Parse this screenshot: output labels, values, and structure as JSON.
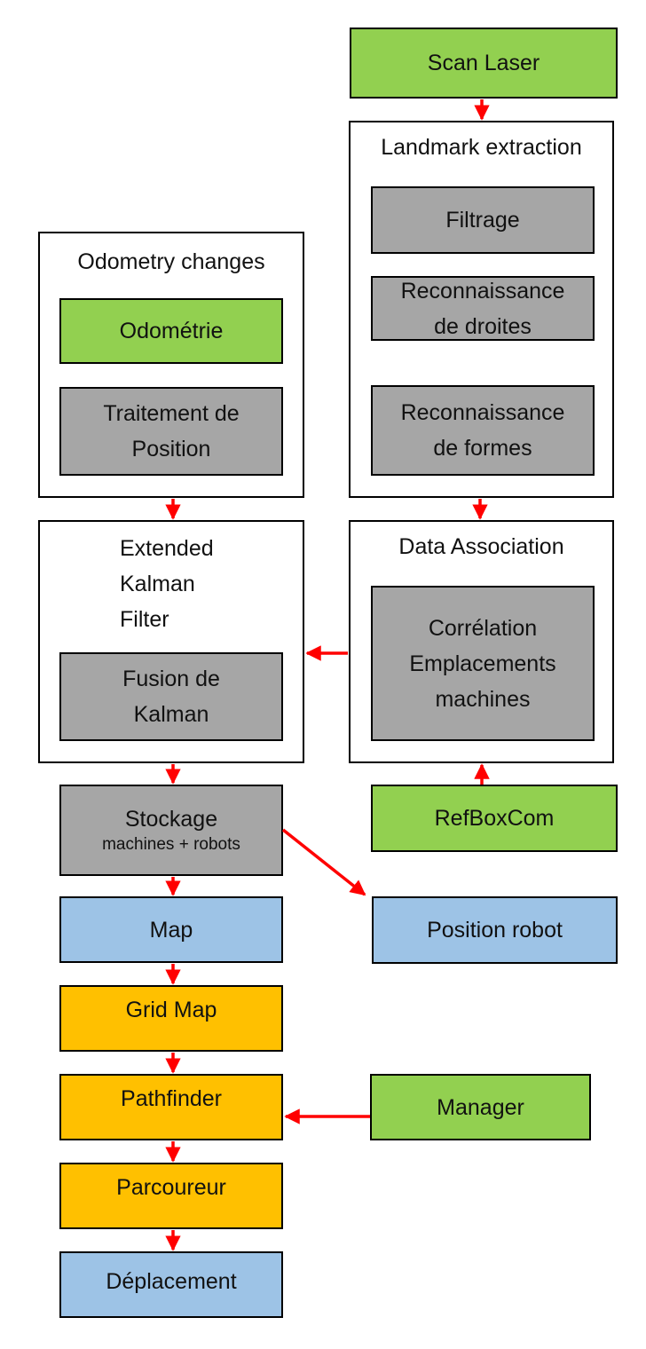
{
  "colors": {
    "green": "#92d050",
    "gray": "#a6a6a6",
    "blue": "#9dc3e6",
    "orange": "#ffc000",
    "arrow": "#ff0000"
  },
  "scan_laser": "Scan Laser",
  "landmark_extraction": {
    "title": "Landmark extraction",
    "filtrage": "Filtrage",
    "reconnaissance_droites": "Reconnaissance\nde droites",
    "reconnaissance_formes": "Reconnaissance\nde formes"
  },
  "odometry_changes": {
    "title": "Odometry changes",
    "odometrie": "Odométrie",
    "traitement_position": "Traitement de\nPosition"
  },
  "ekf": {
    "title": "Extended\nKalman\nFilter",
    "fusion": "Fusion de\nKalman"
  },
  "data_association": {
    "title": "Data Association",
    "correlation": "Corrélation\nEmplacements\nmachines"
  },
  "refboxcom": "RefBoxCom",
  "stockage": {
    "title": "Stockage",
    "subtitle": "machines + robots"
  },
  "map": "Map",
  "position_robot": "Position robot",
  "grid_map": "Grid Map",
  "pathfinder": "Pathfinder",
  "manager": "Manager",
  "parcoureur": "Parcoureur",
  "deplacement": "Déplacement"
}
